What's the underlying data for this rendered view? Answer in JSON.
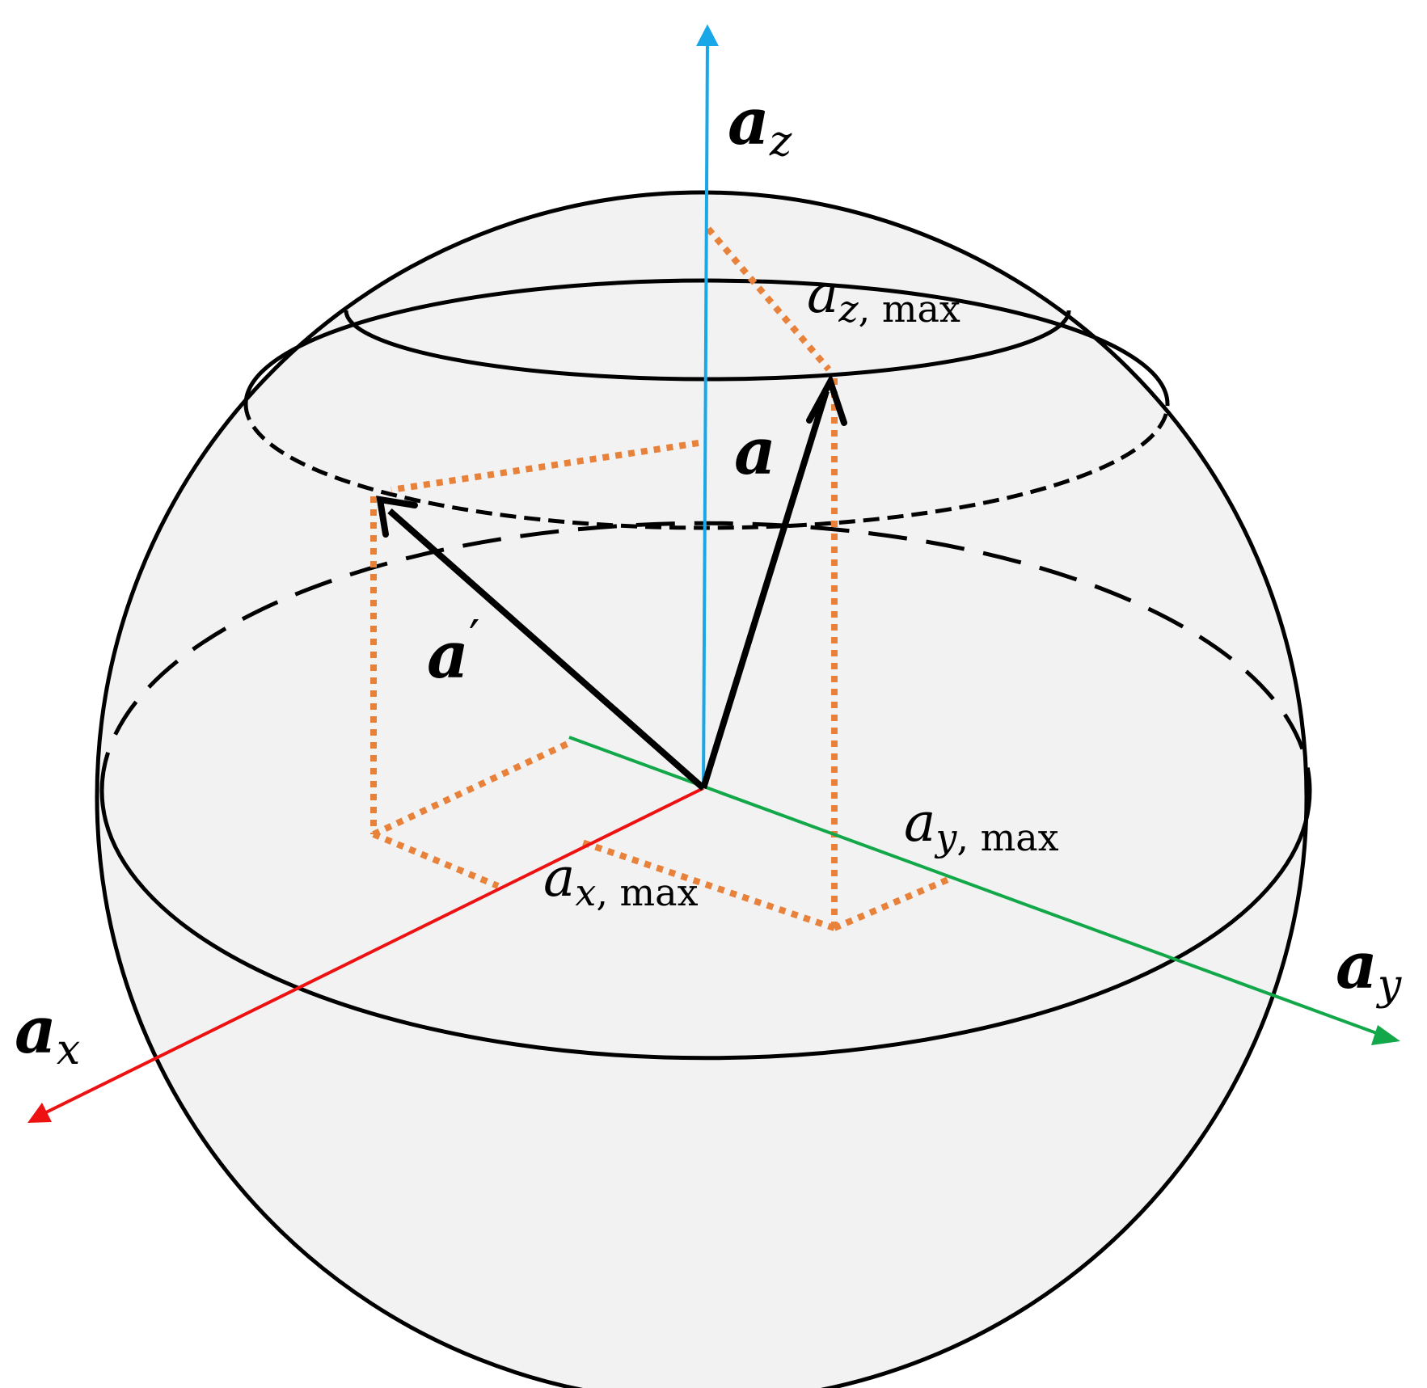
{
  "labels": {
    "az_axis": {
      "main": "a",
      "sub": "z"
    },
    "ax_axis": {
      "main": "a",
      "sub": "x"
    },
    "ay_axis": {
      "main": "a",
      "sub": "y"
    },
    "a_vec": "a",
    "a_prime_vec": {
      "main": "a",
      "prime": "′"
    },
    "az_max": {
      "main": "a",
      "sub": "z",
      "rest": ", max"
    },
    "ax_max": {
      "main": "a",
      "sub": "x",
      "rest": ", max"
    },
    "ay_max": {
      "main": "a",
      "sub": "y",
      "rest": ", max"
    }
  },
  "colors": {
    "sphere_fill": "#f2f2f2",
    "outline": "#000000",
    "z_axis": "#1aa7e8",
    "x_axis": "#ee1111",
    "y_axis": "#12a84a",
    "projection": "#e8813a"
  }
}
